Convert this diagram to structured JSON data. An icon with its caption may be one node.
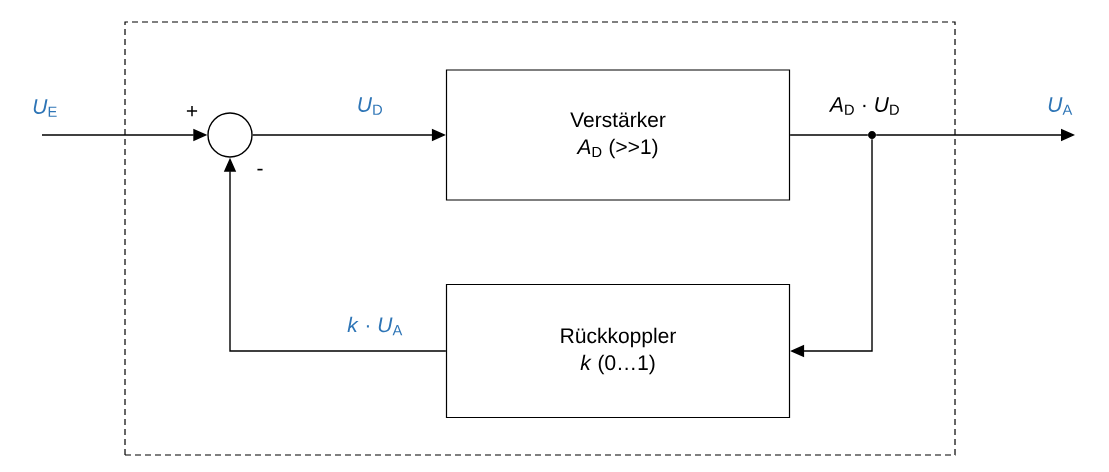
{
  "diagram": {
    "nodes": [
      {
        "text": [],
        "shape": "box"
      },
      {
        "text": [],
        "shape": "circle",
        "in": 0
      },
      {
        "text": [
          "Verstärker",
          "*A*$_{D}$ (>>1)"
        ],
        "in": 0
      },
      {
        "text": [
          "Rückkoppler",
          "*k* (0…1)"
        ],
        "in": 0
      },
      {
        "text": [],
        "shape": "circle",
        "in": 0
      }
    ],
    "edges": [
      {
        "from": null,
        "to": 1,
        "arrow": "to",
        "label": "*U*$_{E}$"
      },
      {
        "from": 1,
        "to": 2,
        "arrow": "to",
        "label": "*U*$_{D}$"
      },
      {
        "from": 2,
        "to": 4,
        "arrow": "none",
        "label": "*A*$_{D}$ · *U*$_{D}$"
      },
      {
        "from": 4,
        "to": null,
        "arrow": "to",
        "label": "*U*$_{A}$"
      },
      {
        "from": 4,
        "to": 3,
        "arrow": "to"
      },
      {
        "from": 3,
        "to": 1,
        "arrow": "to",
        "label": "*k* · *U*$_{A}$"
      }
    ],
    "labels": [
      "+",
      "-"
    ]
  }
}
